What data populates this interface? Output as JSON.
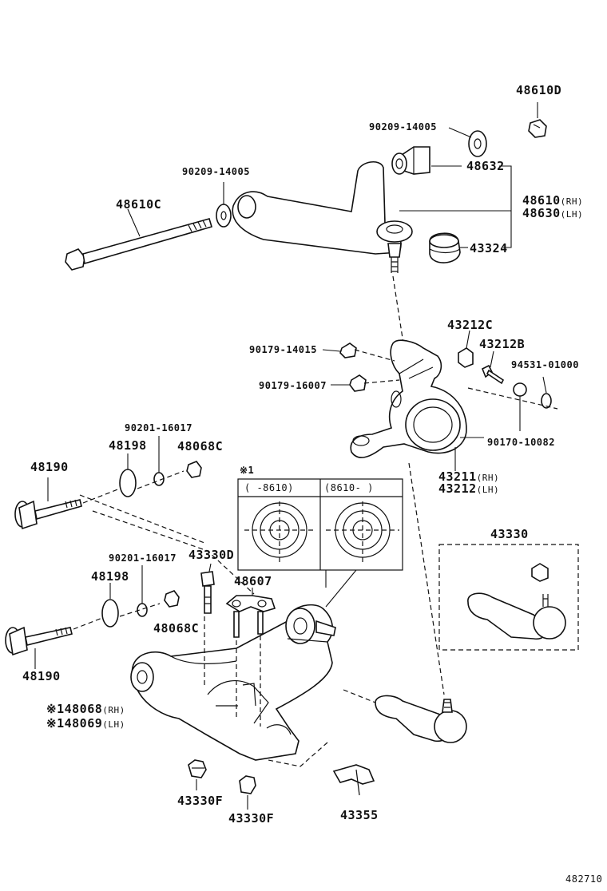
{
  "labels": {
    "p48610D": "48610D",
    "p90209_14005_top": "90209-14005",
    "p48632": "48632",
    "p48610_rh": "48610",
    "p48610_rh_side": "(RH)",
    "p48630_lh": "48630",
    "p48630_lh_side": "(LH)",
    "p90209_14005_left": "90209-14005",
    "p48610C": "48610C",
    "p43324": "43324",
    "p43212C": "43212C",
    "p43212B": "43212B",
    "p90179_14015": "90179-14015",
    "p90179_16007": "90179-16007",
    "p94531_01000": "94531-01000",
    "p90170_10082": "90170-10082",
    "p43211_rh": "43211",
    "p43211_rh_side": "(RH)",
    "p43212_lh": "43212",
    "p43212_lh_side": "(LH)",
    "p90201_16017_upper": "90201-16017",
    "p48198_upper": "48198",
    "p48068C_upper": "48068C",
    "p48190_upper": "48190",
    "note_mark": "※1",
    "range_left": "(    -8610)",
    "range_right": "(8610-     )",
    "p43330": "43330",
    "p90201_16017_lower": "90201-16017",
    "p43330D": "43330D",
    "p48198_lower": "48198",
    "p48607": "48607",
    "p48068C_lower": "48068C",
    "p48190_lower": "48190",
    "p48068_rh": "※148068",
    "p48068_rh_side": "(RH)",
    "p48069_lh": "※148069",
    "p48069_lh_side": "(LH)",
    "p43330F_a": "43330F",
    "p43330F_b": "43330F",
    "p43355": "43355",
    "figure_no": "482710"
  }
}
